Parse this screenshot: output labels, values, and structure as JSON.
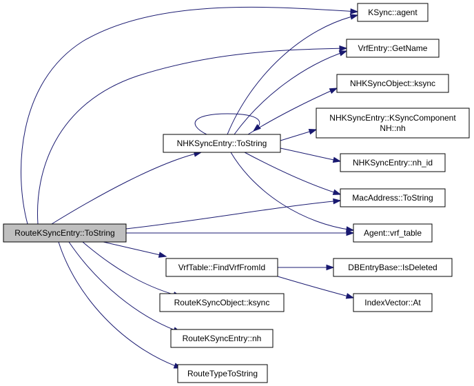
{
  "graph": {
    "root": "RouteKSyncEntry::ToString",
    "colors": {
      "edge": "#191970",
      "root_fill": "#bfbfbf",
      "node_fill": "#ffffff",
      "border": "#000000"
    },
    "nodes": [
      {
        "id": "root",
        "label": "RouteKSyncEntry::ToString",
        "root": true
      },
      {
        "id": "nhk_tostring",
        "label": "NHKSyncEntry::ToString"
      },
      {
        "id": "vrftable_find",
        "label": "VrfTable::FindVrfFromId"
      },
      {
        "id": "rkso_ksync",
        "label": "RouteKSyncObject::ksync"
      },
      {
        "id": "rkse_nh",
        "label": "RouteKSyncEntry::nh"
      },
      {
        "id": "routetype",
        "label": "RouteTypeToString"
      },
      {
        "id": "ksync_agent",
        "label": "KSync::agent"
      },
      {
        "id": "vrf_getname",
        "label": "VrfEntry::GetName"
      },
      {
        "id": "nhkso_ksync",
        "label": "NHKSyncObject::ksync"
      },
      {
        "id": "nhk_component",
        "label": [
          "NHKSyncEntry::KSyncComponent",
          "NH::nh"
        ]
      },
      {
        "id": "nhk_nhid",
        "label": "NHKSyncEntry::nh_id"
      },
      {
        "id": "mac_tostring",
        "label": "MacAddress::ToString"
      },
      {
        "id": "agent_vrftable",
        "label": "Agent::vrf_table"
      },
      {
        "id": "dbentry_deleted",
        "label": "DBEntryBase::IsDeleted"
      },
      {
        "id": "indexvector_at",
        "label": "IndexVector::At"
      }
    ],
    "edges": [
      [
        "root",
        "nhk_tostring"
      ],
      [
        "root",
        "ksync_agent"
      ],
      [
        "root",
        "vrf_getname"
      ],
      [
        "root",
        "mac_tostring"
      ],
      [
        "root",
        "agent_vrftable"
      ],
      [
        "root",
        "vrftable_find"
      ],
      [
        "root",
        "rkso_ksync"
      ],
      [
        "root",
        "rkse_nh"
      ],
      [
        "root",
        "routetype"
      ],
      [
        "nhk_tostring",
        "nhk_tostring"
      ],
      [
        "nhk_tostring",
        "ksync_agent"
      ],
      [
        "nhk_tostring",
        "vrf_getname"
      ],
      [
        "nhk_tostring",
        "nhkso_ksync"
      ],
      [
        "nhk_tostring",
        "nhk_component"
      ],
      [
        "nhk_tostring",
        "nhk_nhid"
      ],
      [
        "nhk_tostring",
        "mac_tostring"
      ],
      [
        "nhk_tostring",
        "agent_vrftable"
      ],
      [
        "vrftable_find",
        "dbentry_deleted"
      ],
      [
        "vrftable_find",
        "indexvector_at"
      ]
    ]
  }
}
